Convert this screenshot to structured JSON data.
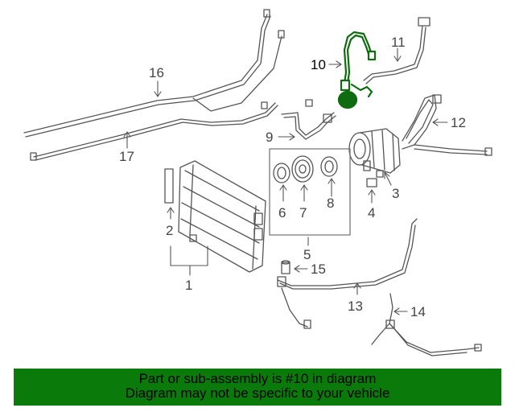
{
  "diagram": {
    "callouts": [
      "1",
      "2",
      "3",
      "4",
      "5",
      "6",
      "7",
      "8",
      "9",
      "10",
      "11",
      "12",
      "13",
      "14",
      "15",
      "16",
      "17"
    ],
    "highlight_callout": "10",
    "highlight_color": "#0f6b0f"
  },
  "banner": {
    "line1": "Part or sub-assembly is #10 in diagram",
    "line2": "Diagram may not be specific to your vehicle",
    "background": "#0a7a0a"
  }
}
